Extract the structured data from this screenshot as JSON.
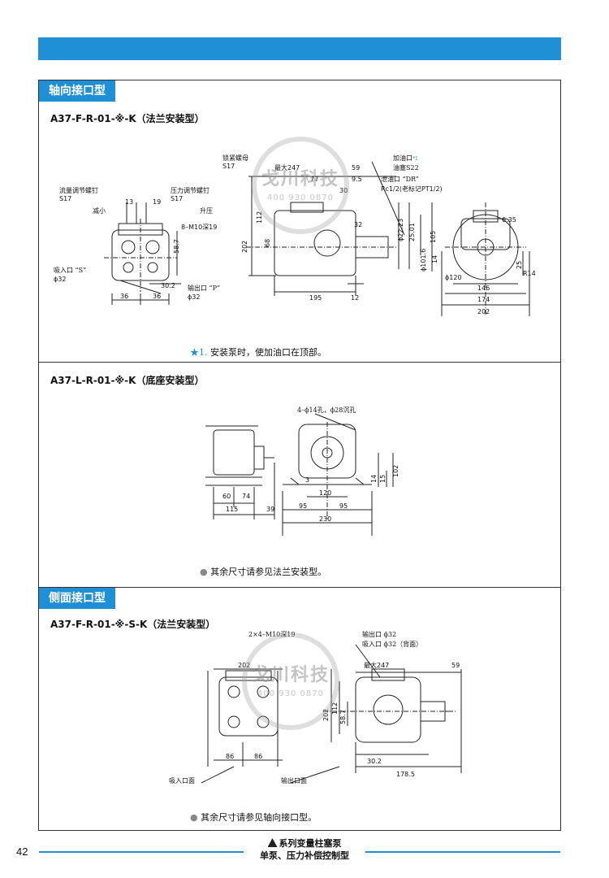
{
  "section1": {
    "tab": "轴向接口型",
    "model": "A37-F-R-01-※-K（法兰安装型）",
    "note_star": "★1.",
    "note": "安装泵时，使加油口在顶部。",
    "labels": {
      "lock_nut": "锁紧螺母",
      "lock_nut_size": "S17",
      "flow_screw": "流量调节螺钉",
      "flow_screw_size": "S17",
      "pressure_screw": "压力调节螺钉",
      "pressure_screw_size": "S17",
      "decrease": "减小",
      "increase": "升压",
      "bolt": "8–M10深19",
      "suction": "吸入口 “S”",
      "suction_dia": "ϕ32",
      "output": "输出口 “P”",
      "output_dia": "ϕ32",
      "fill": "加油口",
      "fill_mark": "*1",
      "fill_size": "油塞S22",
      "drain": "泄油口 “DR”",
      "drain_thread": "Rc1/2(老标记PT1/2)",
      "max": "最大247"
    },
    "dims": {
      "d13": "13",
      "d19": "19",
      "d587": "58.7",
      "d302": "30.2",
      "d36a": "36",
      "d36b": "36",
      "d59": "59",
      "d77": "77",
      "d95": "9.5",
      "d30": "30",
      "d112": "112",
      "d68": "68",
      "d202": "202",
      "d32": "32",
      "d22": "ϕ22.23",
      "d2501": "25.01",
      "d1016": "ϕ101.6",
      "d105": "105",
      "d195": "195",
      "d12": "12",
      "d14": "14",
      "d635": "6.35",
      "d25": "25",
      "d120": "ϕ120",
      "d146": "146",
      "d174": "174",
      "d202b": "202",
      "dR14": "R14"
    }
  },
  "section2": {
    "model": "A37-L-R-01-※-K（底座安装型）",
    "note": "其余尺寸请参见法兰安装型。",
    "labels": {
      "holes": "4–ϕ14孔，ϕ28沉孔"
    },
    "dims": {
      "d60": "60",
      "d74": "74",
      "d115": "115",
      "d39": "39",
      "d3": "3",
      "d120": "120",
      "d95a": "95",
      "d95b": "95",
      "d230": "230",
      "d14": "14",
      "d15": "15",
      "d102": "102"
    }
  },
  "section3": {
    "tab": "侧面接口型",
    "model": "A37-F-R-01-※-S-K（法兰安装型）",
    "note": "其余尺寸请参见轴向接口型。",
    "labels": {
      "bolt": "2×4–M10深19",
      "output": "输出口 ϕ32",
      "suction": "吸入口 ϕ32（背面）",
      "max": "最大247",
      "suction_face": "吸入口面",
      "output_face": "输出口面"
    },
    "dims": {
      "d202": "202",
      "d59": "59",
      "d86a": "86",
      "d86b": "86",
      "d202v": "202",
      "d112": "112",
      "d587": "58.7",
      "d302": "30.2",
      "d1785": "178.5"
    }
  },
  "watermark": {
    "mark": "戈川科技",
    "phone": "400 930 0870"
  },
  "footer": {
    "page": "42",
    "line1": "系列变量柱塞泵",
    "line2": "单泵、压力补偿控制型"
  },
  "colors": {
    "accent": "#1f8fd6",
    "border": "#333333"
  }
}
